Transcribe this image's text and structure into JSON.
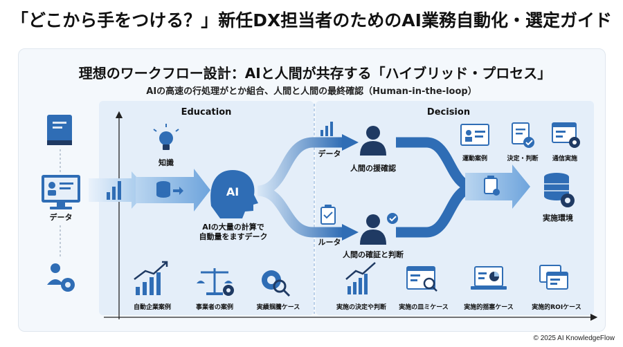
{
  "page_title": "「どこから手をつける？」新任DX担当者のためのAI業務自動化・選定ガイド",
  "diagram": {
    "heading": "理想のワークフロー設計：AIと人間が共存する「ハイブリッド・プロセス」",
    "subheading": "AIの高速の行処理がとか組合、人間と人間の最終確認（Human-in-the-loop）",
    "panel_education": "Education",
    "panel_decision": "Decision",
    "label_data_left": "データ",
    "label_knowledge": "知識",
    "label_ai": "AI",
    "label_ai_desc_1": "AIの大量の計算で",
    "label_ai_desc_2": "自動量をますデーク",
    "label_data_top": "データ",
    "label_human_top": "人間の援確認",
    "label_router": "ルータ",
    "label_human_bottom": "人間の確証と判断",
    "label_env": "実施環境",
    "top_icons": [
      "運動案例",
      "決定・判断",
      "通信実施"
    ],
    "bottom_left_icons": [
      "自動企業案例",
      "事業者の案例",
      "実績掴騰ケース"
    ],
    "bottom_right_icons": [
      "実施の決定や判断",
      "実施の皿ミケース",
      "実施的揺塞ケース",
      "実施的ROIケース"
    ]
  },
  "footer": {
    "copyright": "© 2025 AI KnowledgeFlow"
  },
  "colors": {
    "primary": "#2f6db5",
    "light": "#cfe2f6",
    "dark": "#1f3a63",
    "panel": "#e6eff9"
  }
}
